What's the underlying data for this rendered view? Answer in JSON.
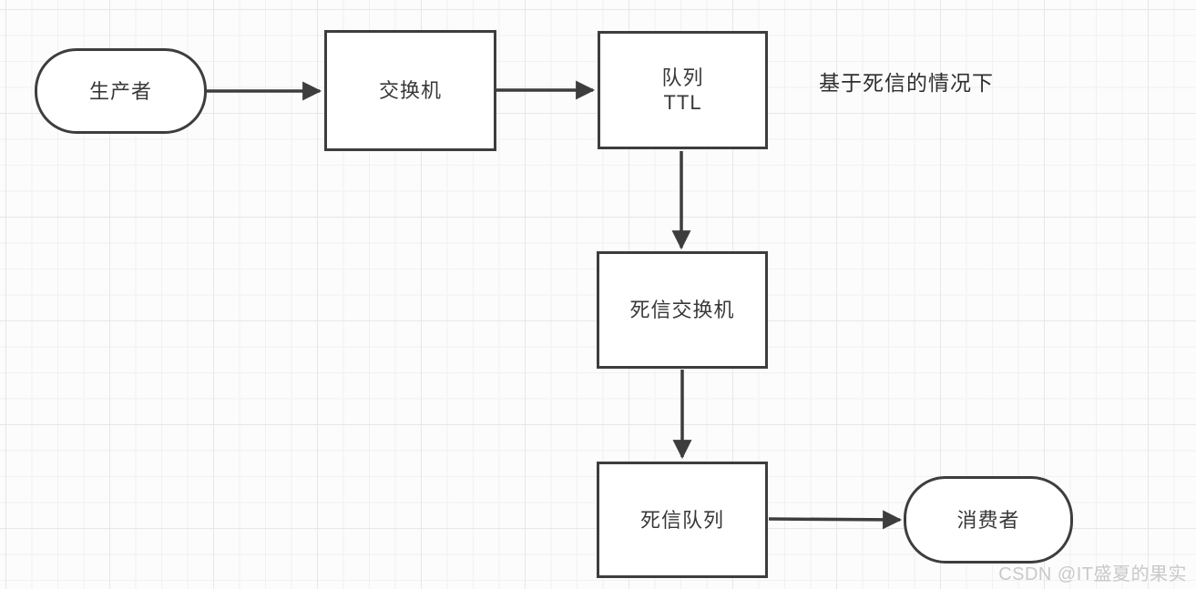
{
  "canvas": {
    "background": "#fcfcfc",
    "grid_minor_color": "#f1f1f1",
    "grid_major_color": "#e7e7e7"
  },
  "colors": {
    "shape_border": "#3d3d3d",
    "shape_fill": "#ffffff",
    "arrow": "#3d3d3d",
    "text": "#383838",
    "annotation_text": "#2e2e2e",
    "watermark_text": "#c9c9c9"
  },
  "annotation": {
    "text": "基于死信的情况下"
  },
  "nodes": {
    "producer": {
      "label": "生产者",
      "shape": "stadium"
    },
    "exchange": {
      "label": "交换机",
      "shape": "rect"
    },
    "ttl_queue": {
      "line1": "队列",
      "line2": "TTL",
      "shape": "rect"
    },
    "dead_letter_exchange": {
      "label": "死信交换机",
      "shape": "rect"
    },
    "dead_letter_queue": {
      "label": "死信队列",
      "shape": "rect"
    },
    "consumer": {
      "label": "消费者",
      "shape": "stadium"
    }
  },
  "edges": [
    {
      "from": "producer",
      "to": "exchange",
      "direction": "right"
    },
    {
      "from": "exchange",
      "to": "ttl_queue",
      "direction": "right"
    },
    {
      "from": "ttl_queue",
      "to": "dead_letter_exchange",
      "direction": "down"
    },
    {
      "from": "dead_letter_exchange",
      "to": "dead_letter_queue",
      "direction": "down"
    },
    {
      "from": "dead_letter_queue",
      "to": "consumer",
      "direction": "right"
    }
  ],
  "watermark": {
    "text": "CSDN @IT盛夏的果实"
  }
}
